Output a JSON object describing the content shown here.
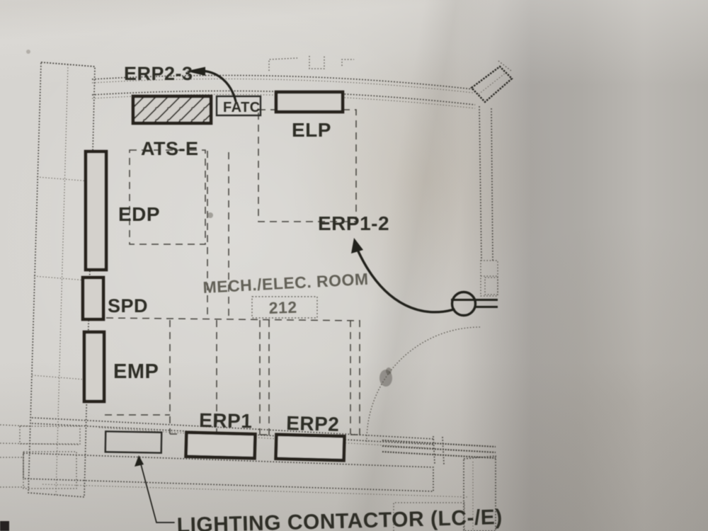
{
  "labels": {
    "erp2_3": "ERP2-3",
    "fatc": "FATC",
    "elp": "ELP",
    "ats_e": "ATS-E",
    "edp": "EDP",
    "erp1_2": "ERP1-2",
    "spd": "SPD",
    "emp": "EMP",
    "erp1": "ERP1",
    "erp2": "ERP2",
    "lighting_contactor": "LIGHTING CONTACTOR (LC-/E)"
  },
  "room": {
    "name": "MECH./ELEC. ROOM",
    "number": "212"
  },
  "colors": {
    "paper_light": "#d5d3cf",
    "paper_mid": "#c9c6c1",
    "paper_shadow": "#a8a5a1",
    "ink": "#26231f",
    "stipple": "#4c4944"
  },
  "symbols": {
    "door_keynote": "circle-keynote-symbol",
    "door_swing": "quarter-arc-door-swing",
    "wall_fill": "crosshatch",
    "ats_e_fill": "diagonal-hatch"
  }
}
